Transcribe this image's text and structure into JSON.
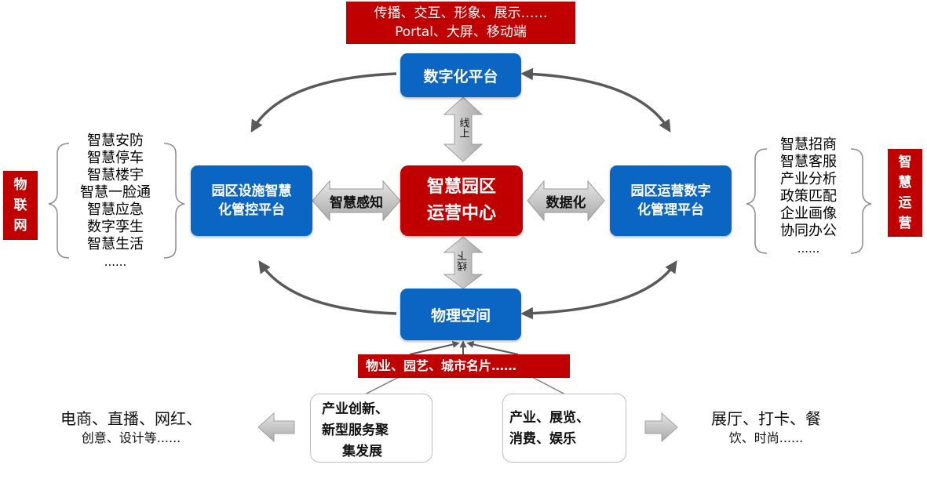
{
  "top_banner": {
    "line1": "传播、交互、形象、展示……",
    "line2": "Portal、大屏、移动端"
  },
  "digital_platform": "数字化平台",
  "core": {
    "line1": "智慧园区",
    "line2": "运营中心"
  },
  "facility_platform": {
    "line1": "园区设施智慧",
    "line2": "化管控平台"
  },
  "operation_platform": {
    "line1": "园区运营数字",
    "line2": "化管理平台"
  },
  "physical_space": "物理空间",
  "arrow_labels": {
    "online": "线上",
    "offline": "线下",
    "sensing": "智慧感知",
    "digitize": "数据化"
  },
  "iot_label": [
    "物",
    "联",
    "网"
  ],
  "smart_ops_label": [
    "智",
    "慧",
    "运",
    "营"
  ],
  "left_list": [
    "智慧安防",
    "智慧停车",
    "智慧楼宇",
    "智慧一脸通",
    "智慧应急",
    "数字孪生",
    "智慧生活",
    "......"
  ],
  "right_list": [
    "智慧招商",
    "智慧客服",
    "产业分析",
    "政策匹配",
    "企业画像",
    "协同办公",
    "......"
  ],
  "bottom_banner": "物业、园艺、城市名片……",
  "left_box": [
    "产业创新、",
    "新型服务聚",
    "集发展"
  ],
  "right_box": [
    "产业、展览、",
    "消费、娱乐"
  ],
  "bottom_left_text": {
    "line1": "电商、直播、网红、",
    "line2": "创意、设计等......"
  },
  "bottom_right_text": {
    "line1": "展厅、打卡、餐",
    "line2": "饮、时尚......"
  },
  "colors": {
    "red": "#c00000",
    "blue": "#0a66c2",
    "gray_arrow": "#bfbfbf",
    "dark_arrow": "#595959"
  }
}
